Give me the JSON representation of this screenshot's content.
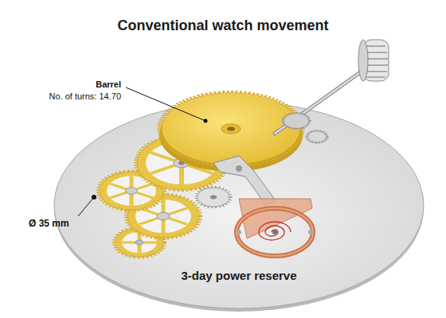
{
  "diagram": {
    "title": "Conventional watch movement",
    "caption": "3-day power reserve",
    "labels": [
      "Barrel",
      "No. of turns: 14.70",
      "Ø 35 mm"
    ]
  }
}
